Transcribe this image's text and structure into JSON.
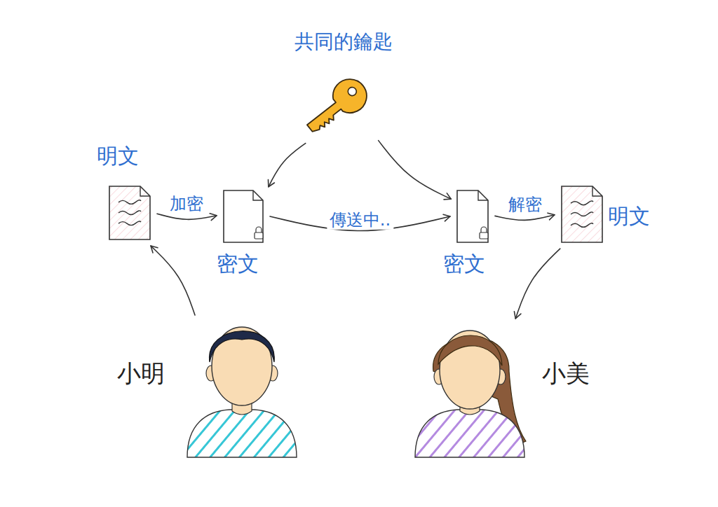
{
  "diagram": {
    "nodes": [
      {
        "text": [
          "共同的鑰匙"
        ]
      },
      {
        "text": [
          "明文"
        ]
      },
      {
        "text": [
          "密文"
        ]
      },
      {
        "text": [
          "密文"
        ]
      },
      {
        "text": [
          "明文"
        ]
      },
      {
        "text": [
          "小明"
        ]
      },
      {
        "text": [
          "小美"
        ]
      }
    ],
    "edges": [
      {
        "from": 0,
        "to": 2,
        "arrow": "to"
      },
      {
        "from": 0,
        "to": 3,
        "arrow": "to"
      },
      {
        "from": 1,
        "to": 2,
        "label": "加密",
        "arrow": "to"
      },
      {
        "from": 2,
        "to": 3,
        "label": "傳送中..",
        "arrow": "to"
      },
      {
        "from": 3,
        "to": 4,
        "label": "解密",
        "arrow": "to"
      },
      {
        "from": 5,
        "to": 1,
        "arrow": "to"
      },
      {
        "from": 4,
        "to": 6,
        "arrow": "to"
      }
    ]
  }
}
